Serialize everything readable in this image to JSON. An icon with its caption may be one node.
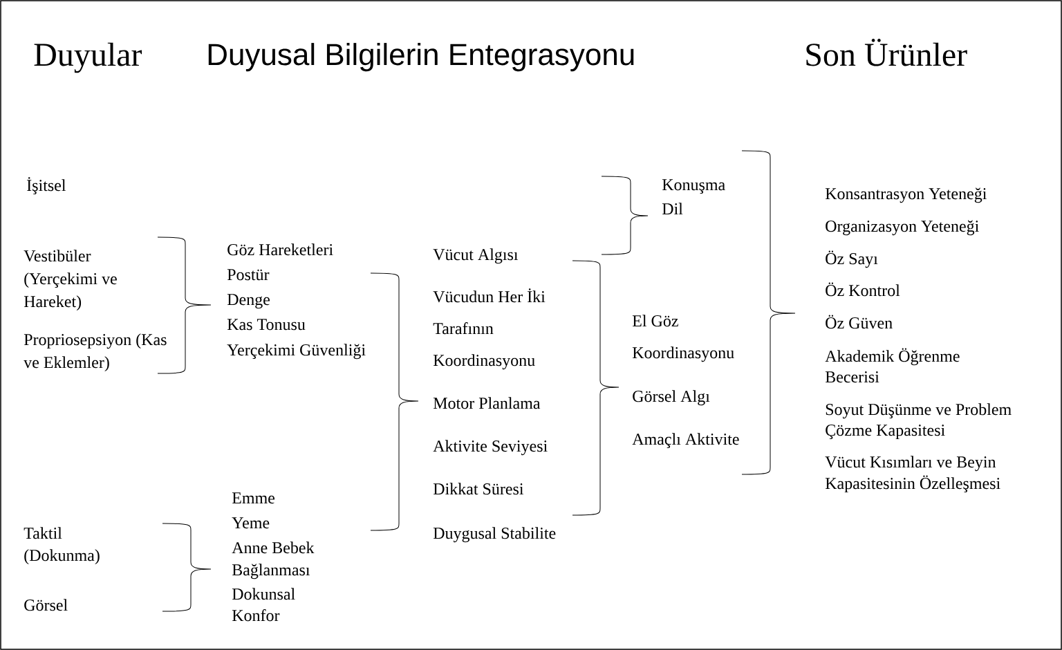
{
  "diagram": {
    "labels": [
      "Duyular",
      "Duyusal Bilgilerin Entegrasyonu",
      "Son Ürünler",
      "İşitsel",
      "Vestibüler (Yerçekimi ve Hareket)",
      "Propriosepsiyon (Kas ve Eklemler)",
      "Taktil (Dokunma)",
      "Görsel",
      "Göz Hareketleri",
      "Postür",
      "Denge",
      "Kas Tonusu",
      "Yerçekimi Güvenliği",
      "Emme",
      "Yeme",
      "Anne Bebek Bağlanması",
      "Dokunsal Konfor",
      "Vücut Algısı",
      "Vücudun Her İki Tarafının Koordinasyonu",
      "Motor Planlama",
      "Aktivite Seviyesi",
      "Dikkat Süresi",
      "Duygusal Stabilite",
      "Konuşma",
      "Dil",
      "El Göz Koordinasyonu",
      "Görsel Algı",
      "Amaçlı Aktivite",
      "Konsantrasyon Yeteneği",
      "Organizasyon Yeteneği",
      "Öz Sayı",
      "Öz Kontrol",
      "Öz Güven",
      "Akademik Öğrenme Becerisi",
      "Soyut Düşünme ve Problem Çözme Kapasitesi",
      "Vücut Kısımları ve Beyin Kapasitesinin Özelleşmesi"
    ]
  }
}
